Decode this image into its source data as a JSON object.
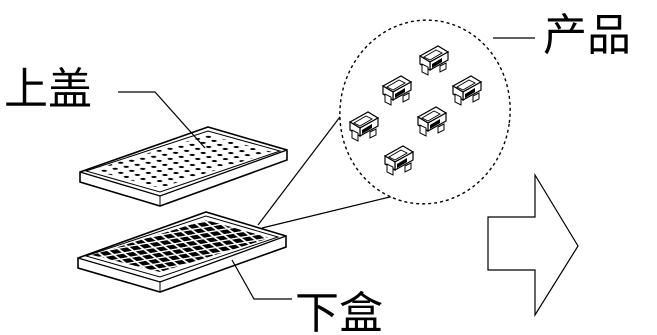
{
  "labels": {
    "top_cover": "上盖",
    "product": "产品",
    "bottom_box": "下盒"
  }
}
